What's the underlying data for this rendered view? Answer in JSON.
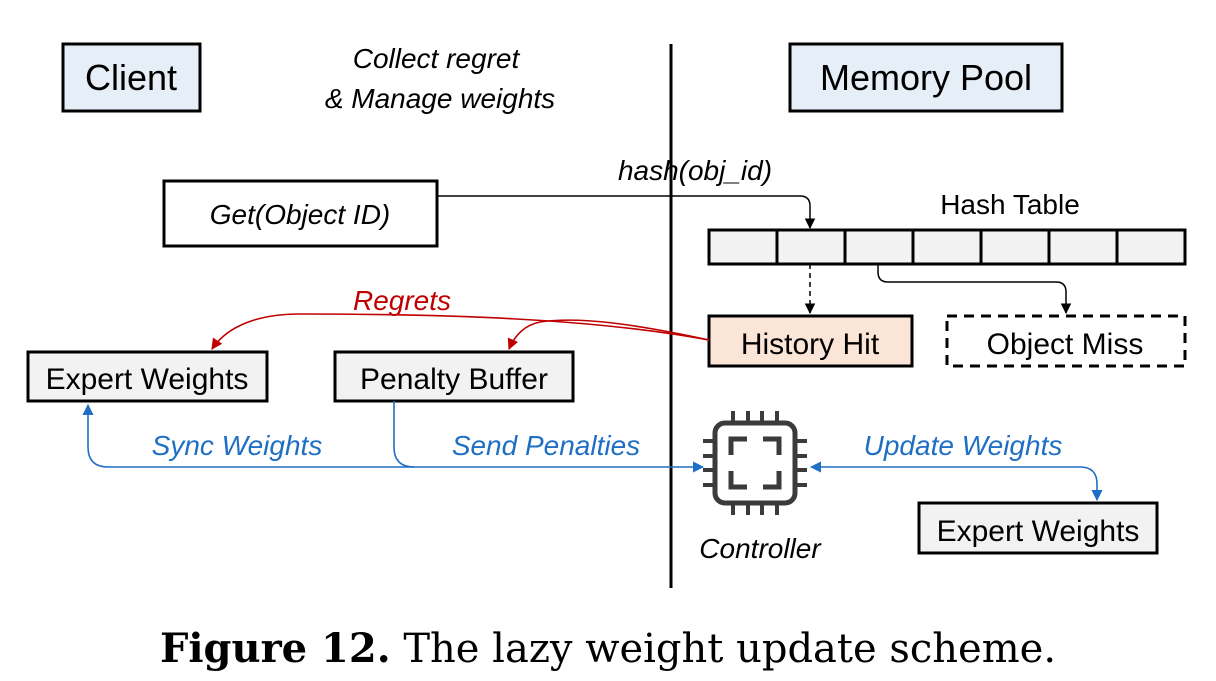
{
  "figure": {
    "caption_label": "Figure 12.",
    "caption_text": " The lazy weight update scheme."
  },
  "client": {
    "title": "Client",
    "subtitle_line1": "Collect regret",
    "subtitle_line2": "& Manage weights",
    "get_box": "Get(Object ID)",
    "expert_weights": "Expert Weights",
    "penalty_buffer": "Penalty Buffer"
  },
  "memory_pool": {
    "title": "Memory Pool",
    "hash_table_label": "Hash Table",
    "hash_table_cells": 7,
    "history_hit": "History Hit",
    "object_miss": "Object Miss",
    "controller": "Controller",
    "expert_weights": "Expert Weights"
  },
  "edges": {
    "hash": "hash(obj_id)",
    "regrets": "Regrets",
    "sync_weights": "Sync Weights",
    "send_penalties": "Send Penalties",
    "update_weights": "Update Weights"
  },
  "colors": {
    "title_box_fill": "#e6eef7",
    "history_hit_fill": "#fbe5d6",
    "box_fill": "#f2f2f2",
    "regret_arrow": "#c00000",
    "blue_arrow": "#1f6fc4",
    "ink": "#000000"
  }
}
